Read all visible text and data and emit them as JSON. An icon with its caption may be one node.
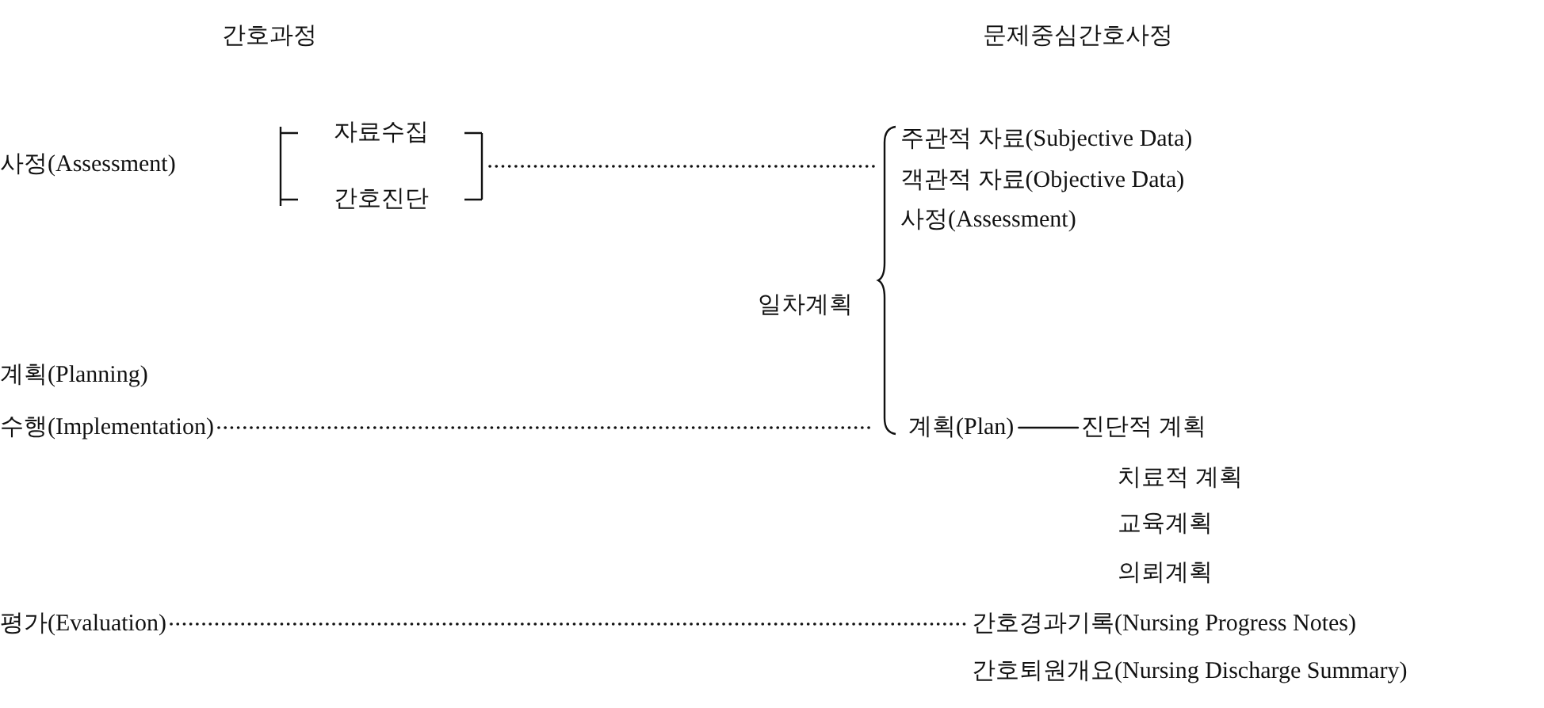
{
  "diagram": {
    "nodes": [
      {
        "text": [],
        "shape": "bracket"
      },
      {
        "text": [
          "자료수집"
        ],
        "in": 0
      },
      {
        "text": [
          "간호진단"
        ],
        "in": 0
      },
      {
        "text": [
          "수행(Implementation)"
        ]
      },
      {
        "text": [],
        "shape": "brace",
        "beside": [
          "일차계획"
        ]
      },
      {
        "text": [
          "계획(Plan)"
        ]
      },
      {
        "text": [
          "진단적 계획"
        ]
      },
      {
        "text": [
          "평가(Evaluation)"
        ]
      },
      {
        "text": [
          "간호경과기록(Nursing Progress Notes)"
        ]
      }
    ],
    "edges": [
      {
        "from": 0,
        "to": 4,
        "arrow": "none",
        "style": "dashed"
      },
      {
        "from": 3,
        "to": 4,
        "arrow": "none",
        "style": "dashed"
      },
      {
        "from": 5,
        "to": 6,
        "arrow": "none"
      },
      {
        "from": 7,
        "to": 8,
        "arrow": "none",
        "style": "dashed"
      }
    ],
    "labels": [
      "간호과정",
      "문제중심간호사정",
      "사정(Assessment)",
      "주관적 자료(Subjective Data)",
      "객관적 자료(Objective Data)",
      "사정(Assessment)",
      "계획(Planning)",
      "치료적 계획",
      "교육계획",
      "의뢰계획",
      "간호퇴원개요(Nursing Discharge Summary)"
    ]
  }
}
